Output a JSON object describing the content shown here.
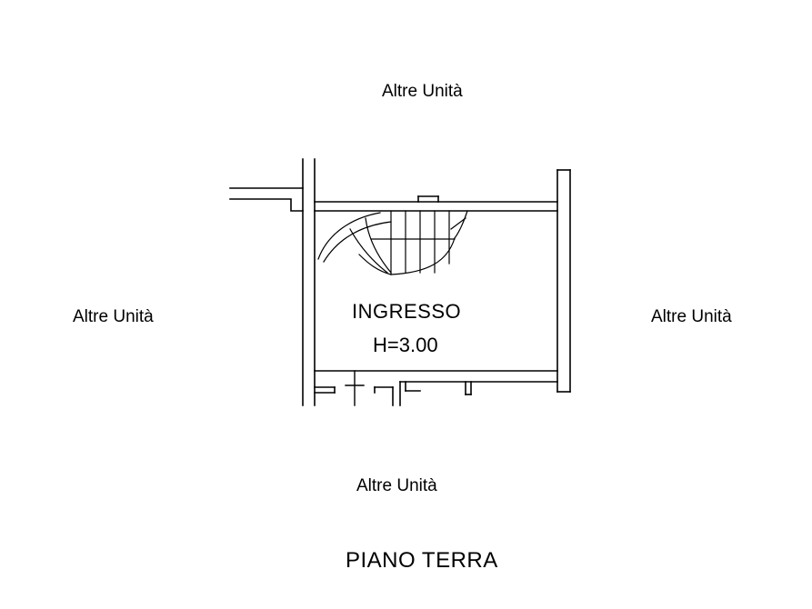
{
  "labels": {
    "neighbor_top": "Altre Unità",
    "neighbor_left": "Altre Unità",
    "neighbor_right": "Altre Unità",
    "neighbor_bottom": "Altre Unità",
    "room_name": "INGRESSO",
    "room_height": "H=3.00",
    "floor": "PIANO TERRA"
  }
}
